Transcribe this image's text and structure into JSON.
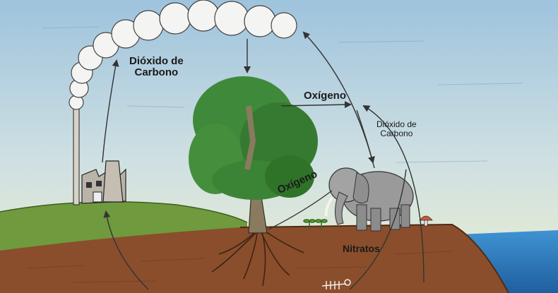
{
  "labels": {
    "co2_left": {
      "line1": "Dióxido de",
      "line2": "Carbono"
    },
    "oxygen_top": "Oxígeno",
    "co2_right": {
      "line1": "Dióxido de",
      "line2": "Carbono"
    },
    "oxygen_mid": "Oxígeno",
    "nitrates": "Nitratos"
  },
  "colors": {
    "sky_top": "#9ec3dd",
    "sky_bottom": "#e9eecf",
    "grass": "#6f9a3e",
    "soil": "#8a4e2c",
    "soil_dark": "#6b3a20",
    "water": "#2b7fc4",
    "foliage": "#3f8a3a",
    "trunk": "#8a7a60",
    "elephant": "#9a9a9a",
    "smoke": "#f4f4f2",
    "arrow": "#333333"
  },
  "icons": [
    "tree-icon",
    "factory-icon",
    "elephant-icon",
    "smoke-cloud-icon",
    "mushroom-icon",
    "sprout-icon",
    "skeleton-icon"
  ]
}
